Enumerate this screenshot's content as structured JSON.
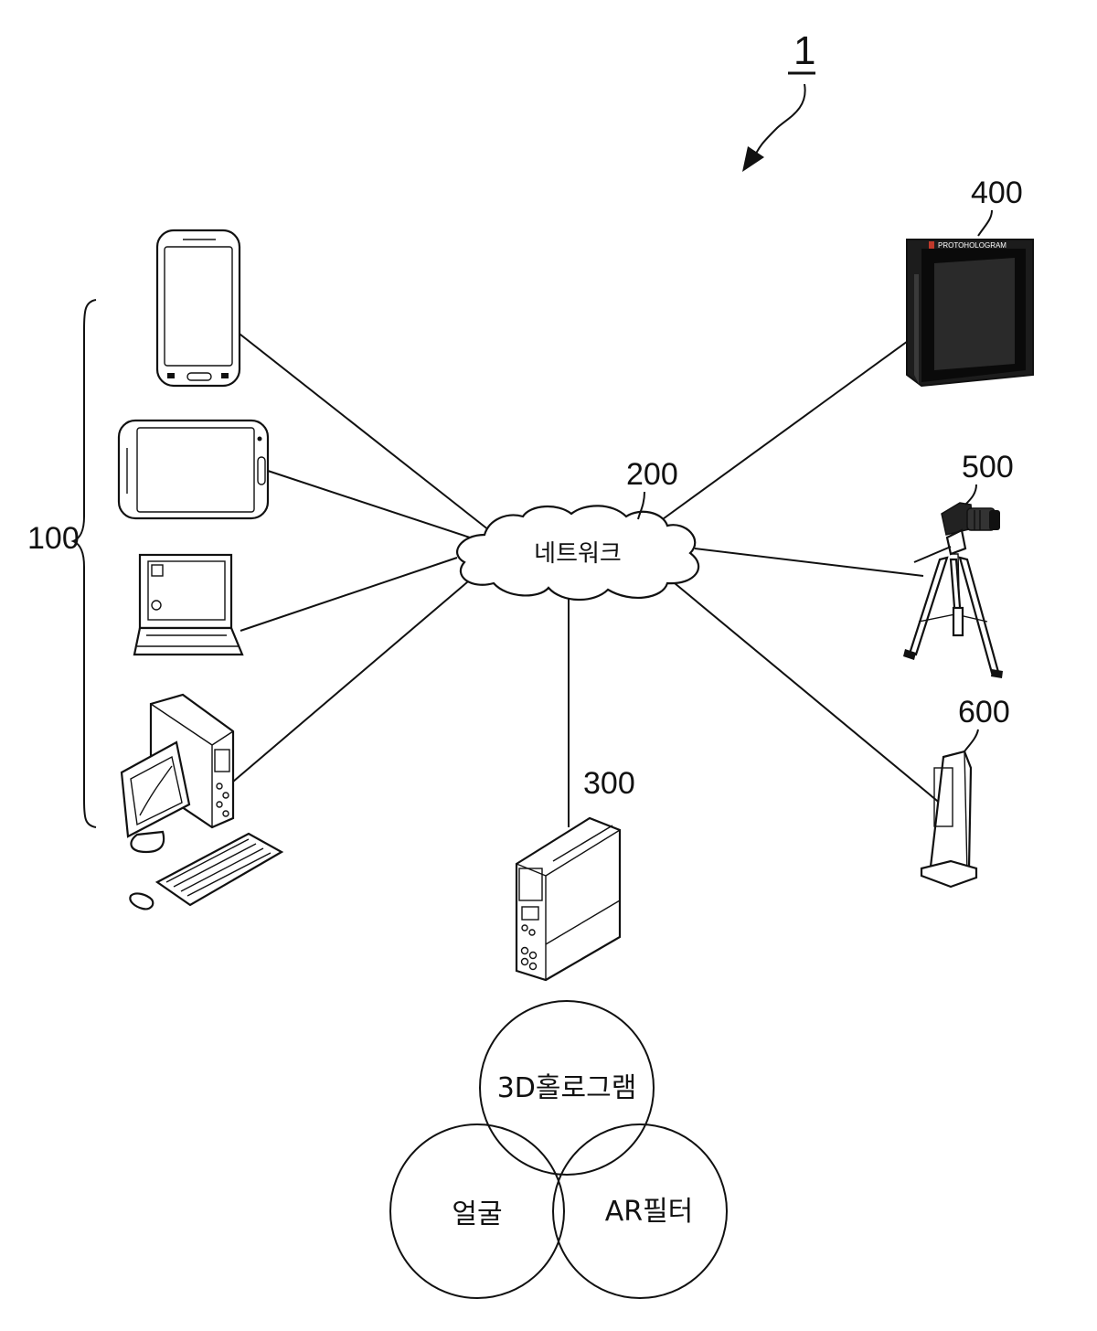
{
  "figure": {
    "system_ref": "1",
    "group_ref": "100",
    "network_ref": "200",
    "network_label": "네트워크",
    "server_ref": "300",
    "hologram_device_ref": "400",
    "hologram_brand": "PROTOHOLOGRAM",
    "camera_ref": "500",
    "kiosk_ref": "600",
    "venn": {
      "top": "3D홀로그램",
      "left": "얼굴",
      "right": "AR필터"
    }
  }
}
